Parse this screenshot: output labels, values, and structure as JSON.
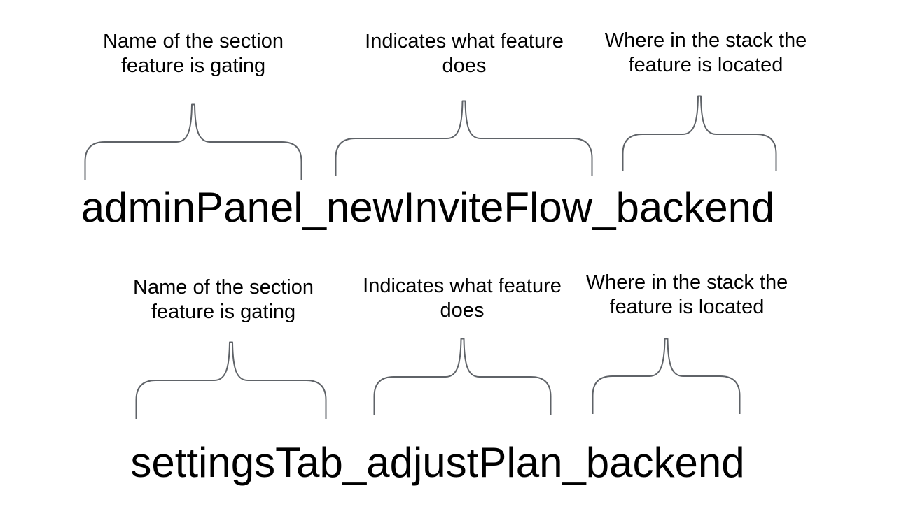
{
  "colors": {
    "background": "#ffffff",
    "text": "#000000",
    "brace": "#5f6368"
  },
  "examples": [
    {
      "flag_name": "adminPanel_newInviteFlow_backend",
      "parts": [
        {
          "label_line1": "Name of the section",
          "label_line2": "feature is gating"
        },
        {
          "label_line1": "Indicates what feature",
          "label_line2": "does"
        },
        {
          "label_line1": "Where in the stack the",
          "label_line2": "feature is located"
        }
      ]
    },
    {
      "flag_name": "settingsTab_adjustPlan_backend",
      "parts": [
        {
          "label_line1": "Name of the section",
          "label_line2": "feature is gating"
        },
        {
          "label_line1": "Indicates what feature",
          "label_line2": "does"
        },
        {
          "label_line1": "Where in the stack the",
          "label_line2": "feature is located"
        }
      ]
    }
  ]
}
